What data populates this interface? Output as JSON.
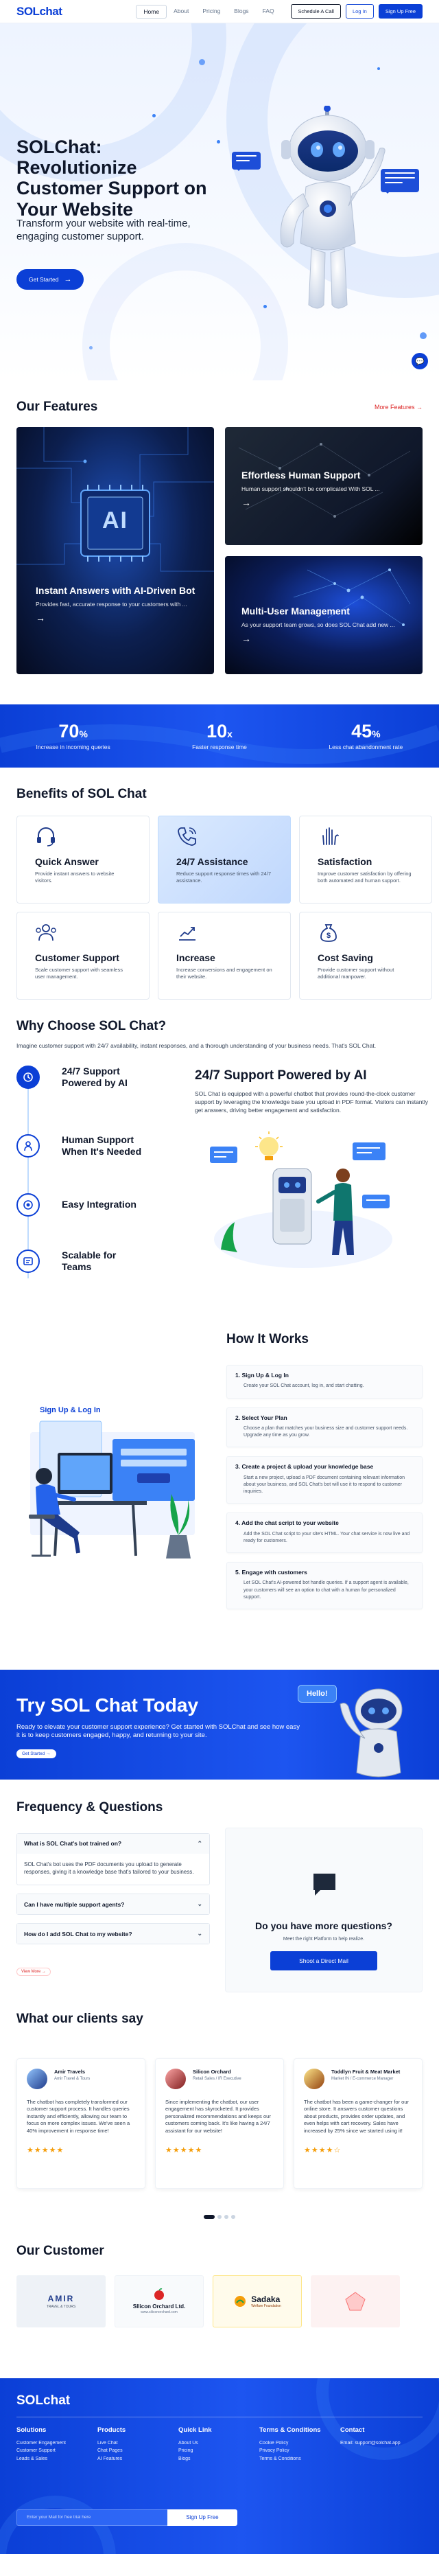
{
  "header": {
    "logo": "SOLchat",
    "nav": [
      "Home",
      "About",
      "Pricing",
      "Blogs",
      "FAQ"
    ],
    "schedule_btn": "Schedule A Call",
    "login_btn": "Log In",
    "signup_btn": "Sign Up Free"
  },
  "hero": {
    "title": "SOLChat: Revolutionize Customer Support on Your Website",
    "subtitle": "Transform your website with real-time, engaging customer support.",
    "cta": "Get Started"
  },
  "features": {
    "title": "Our Features",
    "more": "More Features",
    "cards": [
      {
        "title": "Instant Answers with AI-Driven Bot",
        "desc": "Provides fast, accurate response to your customers with ..."
      },
      {
        "title": "Effortless Human Support",
        "desc": "Human support shouldn't be complicated With SOL ..."
      },
      {
        "title": "Multi-User Management",
        "desc": "As your support team grows, so does SOL Chat add new ..."
      }
    ],
    "ai_badge": "AI"
  },
  "stats": [
    {
      "num": "70",
      "unit": "%",
      "label": "Increase in incoming queries"
    },
    {
      "num": "10",
      "unit": "x",
      "label": "Faster response time"
    },
    {
      "num": "45",
      "unit": "%",
      "label": "Less chat abandonment rate"
    }
  ],
  "benefits": {
    "title": "Benefits of SOL Chat",
    "items": [
      {
        "title": "Quick Answer",
        "desc": "Provide instant answers to website visitors."
      },
      {
        "title": "24/7 Assistance",
        "desc": "Reduce support response times with 24/7 assistance."
      },
      {
        "title": "Satisfaction",
        "desc": "Improve customer satisfaction by offering both automated and human support."
      },
      {
        "title": "Customer Support",
        "desc": "Scale customer support with seamless user management."
      },
      {
        "title": "Increase",
        "desc": "Increase conversions and engagement on their website."
      },
      {
        "title": "Cost Saving",
        "desc": "Provide customer support without additional manpower."
      }
    ]
  },
  "why": {
    "title": "Why Choose SOL Chat?",
    "intro": "Imagine customer support with 24/7 availability, instant responses, and a thorough understanding of your business needs. That's SOL Chat.",
    "items": [
      "24/7 Support Powered by AI",
      "Human Support When It's Needed",
      "Easy Integration",
      "Scalable for Teams"
    ],
    "detail_title": "24/7 Support Powered by AI",
    "detail_text": "SOL Chat is equipped with a powerful chatbot that provides round-the-clock customer support by leveraging the knowledge base you upload in PDF format. Visitors can instantly get answers, driving better engagement and satisfaction."
  },
  "how": {
    "title": "How It Works",
    "art_label": "Sign Up & Log In",
    "steps": [
      {
        "title": "1.  Sign Up & Log In",
        "desc": "Create your SOL Chat account, log in, and start chatting."
      },
      {
        "title": "2.  Select Your Plan",
        "desc": "Choose a plan that matches your business size and customer support needs. Upgrade any time as you grow."
      },
      {
        "title": "3.  Create a project & upload your knowledge base",
        "desc": "Start a new project, upload a PDF document containing relevant information about your business, and SOL Chat's bot will use it to respond to customer inquiries."
      },
      {
        "title": "4.  Add the chat script to your website",
        "desc": "Add the SOL Chat script to your site's HTML. Your chat service is now live and ready for customers."
      },
      {
        "title": "5.  Engage with customers",
        "desc": "Let SOL Chat's AI-powered bot handle queries. If a support agent is available, your customers will see an option to chat with a human for personalized support."
      }
    ]
  },
  "promo": {
    "title": "Try SOL Chat Today",
    "text": "Ready to elevate your customer support experience? Get started with SOLChat and see how easy it is to keep customers engaged, happy, and returning to your site.",
    "btn": "Get Started",
    "hello": "Hello!"
  },
  "faq": {
    "title": "Frequency & Questions",
    "items": [
      {
        "q": "What is SOL Chat's bot trained on?",
        "a": "SOL Chat's bot uses the PDF documents you upload to generate responses, giving it a knowledge base that's tailored to your business."
      },
      {
        "q": "Can I have multiple support agents?"
      },
      {
        "q": "How do I add SOL Chat to my website?"
      }
    ],
    "more": "View More",
    "card_title": "Do you have more questions?",
    "card_text": "Meet the right Platform to help realize.",
    "card_btn": "Shoot a Direct Mail"
  },
  "clients": {
    "title": "What our clients say",
    "items": [
      {
        "name": "Amir Travels",
        "role": "Amir Travel & Tours",
        "text": "The chatbot has completely transformed our customer support process. It handles queries instantly and efficiently, allowing our team to focus on more complex issues. We've seen a 40% improvement in response time!",
        "stars": "★★★★★"
      },
      {
        "name": "Silicon Orchard",
        "role": "Retail Sales / IR Executive",
        "text": "Since implementing the chatbot, our user engagement has skyrocketed. It provides personalized recommendations and keeps our customers coming back. It's like having a 24/7 assistant for our website!",
        "stars": "★★★★★"
      },
      {
        "name": "Toddlyn Fruit & Meat Market",
        "role": "Market IN / E-commerce Manager",
        "text": "The chatbot has been a game-changer for our online store. It answers customer questions about products, provides order updates, and even helps with cart recovery. Sales have increased by 25% since we started using it!",
        "stars": "★★★★☆"
      }
    ]
  },
  "customers": {
    "title": "Our Customer",
    "logos": [
      {
        "name": "AMIR",
        "sub": "TRAVEL & TOURS"
      },
      {
        "name": "SIlicon Orchard Ltd.",
        "sub": "www.siliconorchard.com"
      },
      {
        "name": "Sadaka",
        "sub": "Welfare Foundation"
      },
      {
        "name": ""
      }
    ]
  },
  "footer": {
    "logo": "SOLchat",
    "cols": [
      {
        "title": "Solutions",
        "links": [
          "Customer Engagement",
          "Customer Support",
          "Leads & Sales"
        ]
      },
      {
        "title": "Products",
        "links": [
          "Live Chat",
          "Chat Pages",
          "AI Features"
        ]
      },
      {
        "title": "Quick Link",
        "links": [
          "About Us",
          "Pricing",
          "Blogs"
        ]
      },
      {
        "title": "Terms & Conditions",
        "links": [
          "Cookie Policy",
          "Privacy Policy",
          "Terms & Conditions"
        ]
      },
      {
        "title": "Contact",
        "links": [
          "Email: support@solchat.app"
        ]
      }
    ],
    "email_placeholder": "Enter your Mail for free trial here",
    "signup_btn": "Sign Up Free"
  },
  "colors": {
    "primary": "#0b3fd6",
    "accent_red": "#dc2626",
    "star": "#f59e0b"
  }
}
